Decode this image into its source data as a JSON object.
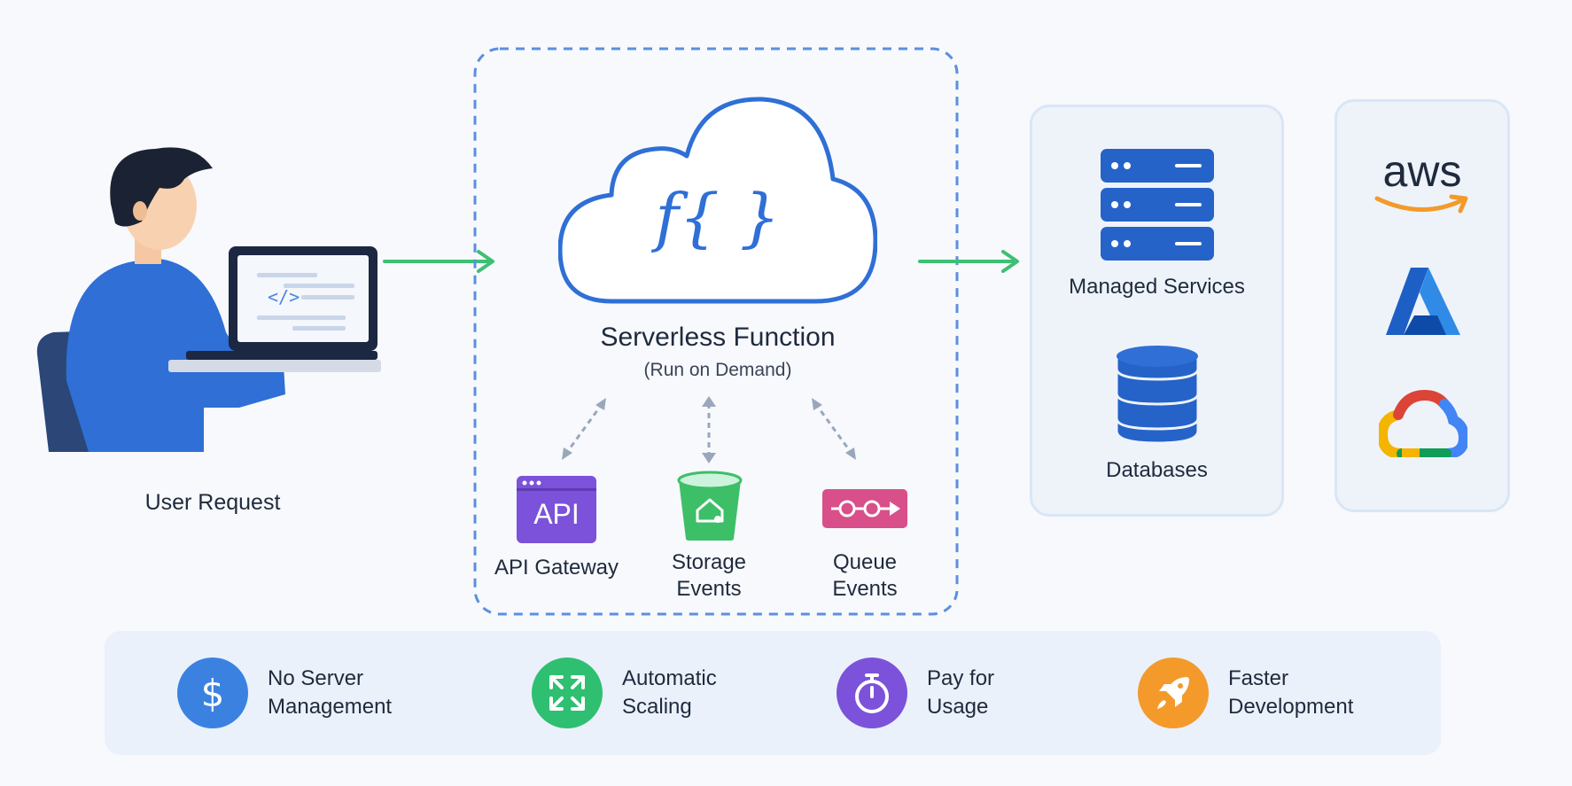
{
  "user": {
    "label": "User Request"
  },
  "function": {
    "title": "Serverless Function",
    "subtitle": "(Run on Demand)",
    "glyph": "f{ }"
  },
  "triggers": [
    {
      "id": "api",
      "icon_text": "API",
      "label_lines": [
        "API Gateway"
      ],
      "color": "#7b52d9"
    },
    {
      "id": "storage",
      "label_lines": [
        "Storage",
        "Events"
      ],
      "color": "#3dbf68"
    },
    {
      "id": "queue",
      "label_lines": [
        "Queue",
        "Events"
      ],
      "color": "#d94f8a"
    }
  ],
  "services": [
    {
      "id": "managed",
      "label": "Managed Services"
    },
    {
      "id": "databases",
      "label": "Databases"
    }
  ],
  "providers": [
    {
      "id": "aws",
      "text": "aws"
    },
    {
      "id": "azure"
    },
    {
      "id": "gcp"
    }
  ],
  "benefits": [
    {
      "id": "no-server",
      "lines": [
        "No Server",
        "Management"
      ],
      "color": "#3b82e0",
      "icon": "dollar-icon"
    },
    {
      "id": "scaling",
      "lines": [
        "Automatic",
        "Scaling"
      ],
      "color": "#2fbf71",
      "icon": "expand-arrows-icon"
    },
    {
      "id": "pay",
      "lines": [
        "Pay for",
        "Usage"
      ],
      "color": "#7b52d9",
      "icon": "stopwatch-icon"
    },
    {
      "id": "faster",
      "lines": [
        "Faster",
        "Development"
      ],
      "color": "#f39a2b",
      "icon": "rocket-icon"
    }
  ],
  "colors": {
    "arrow_green": "#3dbf75",
    "brand_blue": "#2f6fd6",
    "dashed_blue": "#5b8fe0"
  }
}
